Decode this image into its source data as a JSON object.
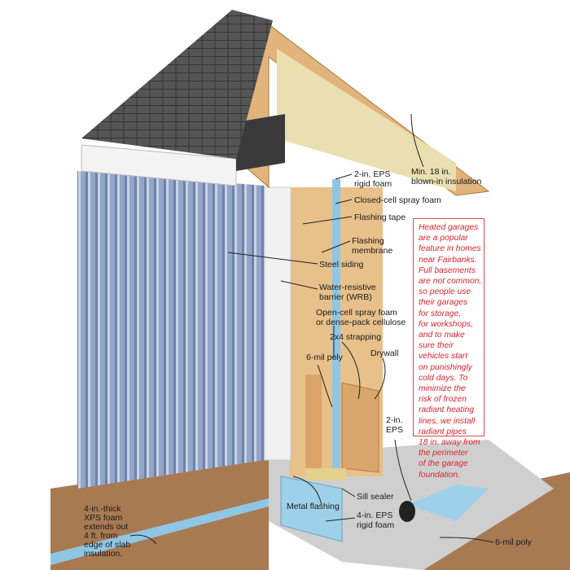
{
  "labels": {
    "blown_in": "Min. 18 in.\nblown-in insulation",
    "eps_2in_top": "2-in. EPS\nrigid foam",
    "closed_cell": "Closed-cell spray foam",
    "flashing_tape": "Flashing tape",
    "flashing_membrane": "Flashing\nmembrane",
    "steel_siding": "Steel siding",
    "wrb": "Water-resistive\nbarrier (WRB)",
    "open_cell": "Open-cell spray foam\nor dense-pack cellulose",
    "strapping": "2x4 strapping",
    "poly_wall": "6-mil poly",
    "drywall": "Drywall",
    "eps_2in_slab": "2-in.\nEPS",
    "sill_sealer": "Sill sealer",
    "metal_flashing": "Metal flashing",
    "eps_4in": "4-in. EPS\nrigid foam",
    "poly_slab": "6-mil poly",
    "xps": "4-in.-thick\nXPS foam\nextends out\n4 ft. from\nedge of slab\ninsulation."
  },
  "note": "Heated garages\nare a popular\nfeature in homes\nnear Fairbanks.\nFull basements\nare not common,\nso people use\ntheir garages\nfor storage,\nfor workshops,\nand to make\nsure their\nvehicles start\non punishingly\ncold days. To\nminimize the\nrisk of frozen\nradiant heating\nlines, we install\nradiant pipes\n18 in. away from\nthe perimeter\nof the garage\nfoundation.",
  "colors": {
    "note_red": "#d9262e",
    "siding": "#8a9cc0",
    "foam": "#9fd0ea",
    "wood": "#e2b47c",
    "soil": "#a87a52"
  }
}
